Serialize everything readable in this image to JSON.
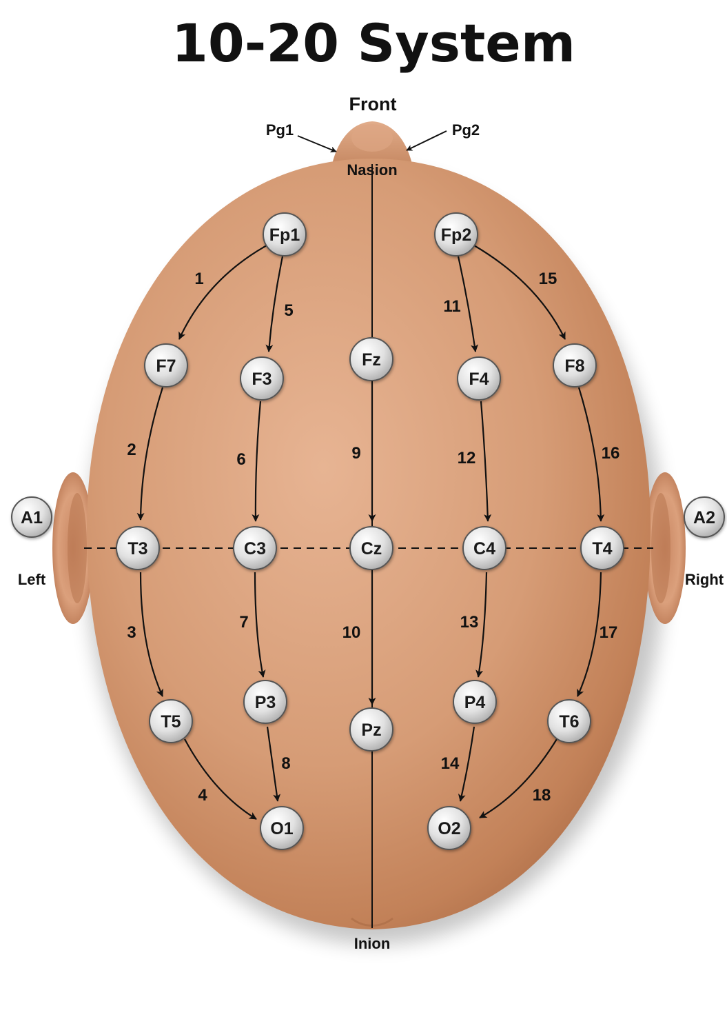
{
  "title": "10-20 System",
  "labels": {
    "front": "Front",
    "nasion": "Nasion",
    "inion": "Inion",
    "left": "Left",
    "right": "Right",
    "pg1": "Pg1",
    "pg2": "Pg2"
  },
  "colors": {
    "skin": "#d9a07a",
    "skin_shadow": "#b9774f",
    "electrode": "#e6e6e6",
    "line": "#111111"
  },
  "electrodes": [
    "Fp1",
    "Fp2",
    "F7",
    "F3",
    "Fz",
    "F4",
    "F8",
    "A1",
    "T3",
    "C3",
    "Cz",
    "C4",
    "T4",
    "A2",
    "T5",
    "P3",
    "Pz",
    "P4",
    "T6",
    "O1",
    "O2"
  ],
  "connections": [
    {
      "number": "1",
      "from": "Fp1",
      "to": "F7"
    },
    {
      "number": "2",
      "from": "F7",
      "to": "T3"
    },
    {
      "number": "3",
      "from": "T3",
      "to": "T5"
    },
    {
      "number": "4",
      "from": "T5",
      "to": "O1"
    },
    {
      "number": "5",
      "from": "Fp1",
      "to": "F3"
    },
    {
      "number": "6",
      "from": "F3",
      "to": "C3"
    },
    {
      "number": "7",
      "from": "C3",
      "to": "P3"
    },
    {
      "number": "8",
      "from": "P3",
      "to": "O1"
    },
    {
      "number": "9",
      "from": "Fz",
      "to": "Cz"
    },
    {
      "number": "10",
      "from": "Cz",
      "to": "Pz"
    },
    {
      "number": "11",
      "from": "Fp2",
      "to": "F4"
    },
    {
      "number": "12",
      "from": "F4",
      "to": "C4"
    },
    {
      "number": "13",
      "from": "C4",
      "to": "P4"
    },
    {
      "number": "14",
      "from": "P4",
      "to": "O2"
    },
    {
      "number": "15",
      "from": "Fp2",
      "to": "F8"
    },
    {
      "number": "16",
      "from": "F8",
      "to": "T4"
    },
    {
      "number": "17",
      "from": "T4",
      "to": "T6"
    },
    {
      "number": "18",
      "from": "T6",
      "to": "O2"
    }
  ]
}
